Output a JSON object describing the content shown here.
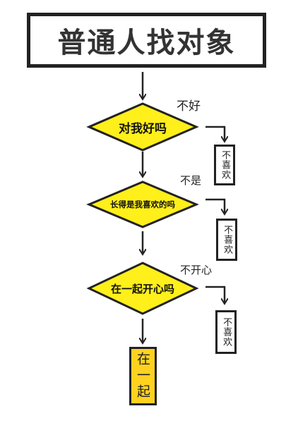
{
  "title": "普通人找对象",
  "decisions": [
    {
      "label": "对我好吗",
      "no_label": "不好",
      "outcome": "不喜欢"
    },
    {
      "label": "长得是我喜欢的吗",
      "no_label": "不是",
      "outcome": "不喜欢"
    },
    {
      "label": "在一起开心吗",
      "no_label": "不开心",
      "outcome": "不喜欢"
    }
  ],
  "final": "在一起",
  "colors": {
    "diamond_fill": "#ffef1a",
    "final_fill": "#ffd21f",
    "stroke": "#222222"
  }
}
